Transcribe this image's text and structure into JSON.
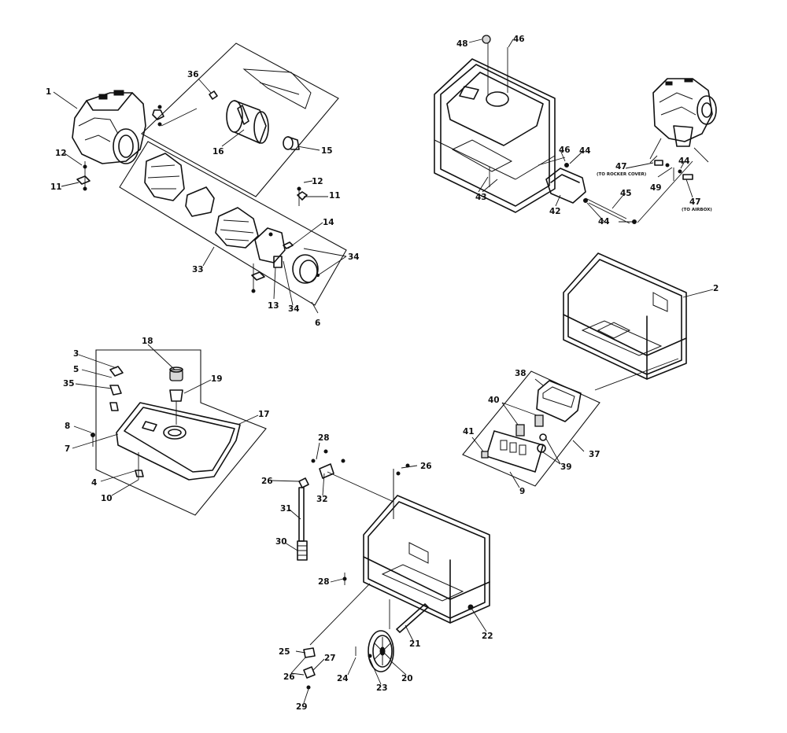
{
  "diagram": {
    "callouts": {
      "c1": "1",
      "c2": "2",
      "c3": "3",
      "c4": "4",
      "c5": "5",
      "c6": "6",
      "c7": "7",
      "c8": "8",
      "c9": "9",
      "c10": "10",
      "c11a": "11",
      "c11b": "11",
      "c12a": "12",
      "c12b": "12",
      "c13": "13",
      "c14": "14",
      "c15": "15",
      "c16": "16",
      "c17": "17",
      "c18": "18",
      "c19": "19",
      "c20": "20",
      "c21": "21",
      "c22": "22",
      "c23": "23",
      "c24": "24",
      "c25": "25",
      "c26a": "26",
      "c26b": "26",
      "c26c": "26",
      "c27": "27",
      "c28a": "28",
      "c28b": "28",
      "c29": "29",
      "c30": "30",
      "c31": "31",
      "c32": "32",
      "c33": "33",
      "c34a": "34",
      "c34b": "34",
      "c35": "35",
      "c36": "36",
      "c37": "37",
      "c38": "38",
      "c39": "39",
      "c40": "40",
      "c41": "41",
      "c42": "42",
      "c43": "43",
      "c44a": "44",
      "c44b": "44",
      "c44c": "44",
      "c45": "45",
      "c46a": "46",
      "c46b": "46",
      "c47a": "47",
      "c47b": "47",
      "c48": "48",
      "c49": "49"
    },
    "notes": {
      "to_rocker_cover": "(TO ROCKER COVER)",
      "to_airbox": "(TO AIRBOX)"
    }
  }
}
